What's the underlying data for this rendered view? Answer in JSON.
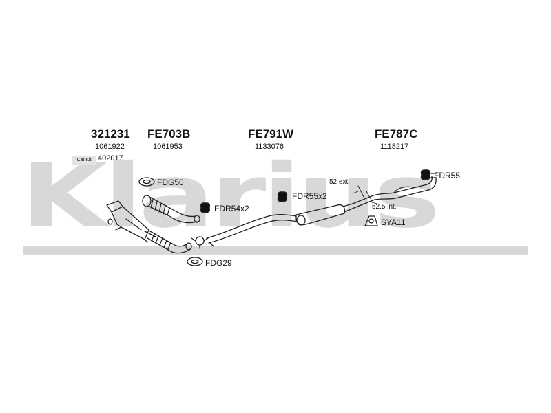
{
  "watermark": {
    "text": "Klarius"
  },
  "parts": [
    {
      "code": "321231",
      "ref": "1061922"
    },
    {
      "code": "FE703B",
      "ref": "1061953"
    },
    {
      "code": "FE791W",
      "ref": "1133076"
    },
    {
      "code": "FE787C",
      "ref": "1118217"
    }
  ],
  "cat_kit": {
    "label": "Cat Kit",
    "number": "402017"
  },
  "fittings": {
    "fdg50": "FDG50",
    "fdr54": "FDR54x2",
    "fdr55x2": "FDR55x2",
    "fdr55": "FDR55",
    "sya11": "SYA11",
    "fdg29": "FDG29"
  },
  "dimensions": {
    "ext": "52 ext.",
    "int": "52.5 int."
  },
  "icons": {
    "gasket": "gasket-icon",
    "rubber_mount": "rubber-mount-icon",
    "clamp": "clamp-icon"
  }
}
